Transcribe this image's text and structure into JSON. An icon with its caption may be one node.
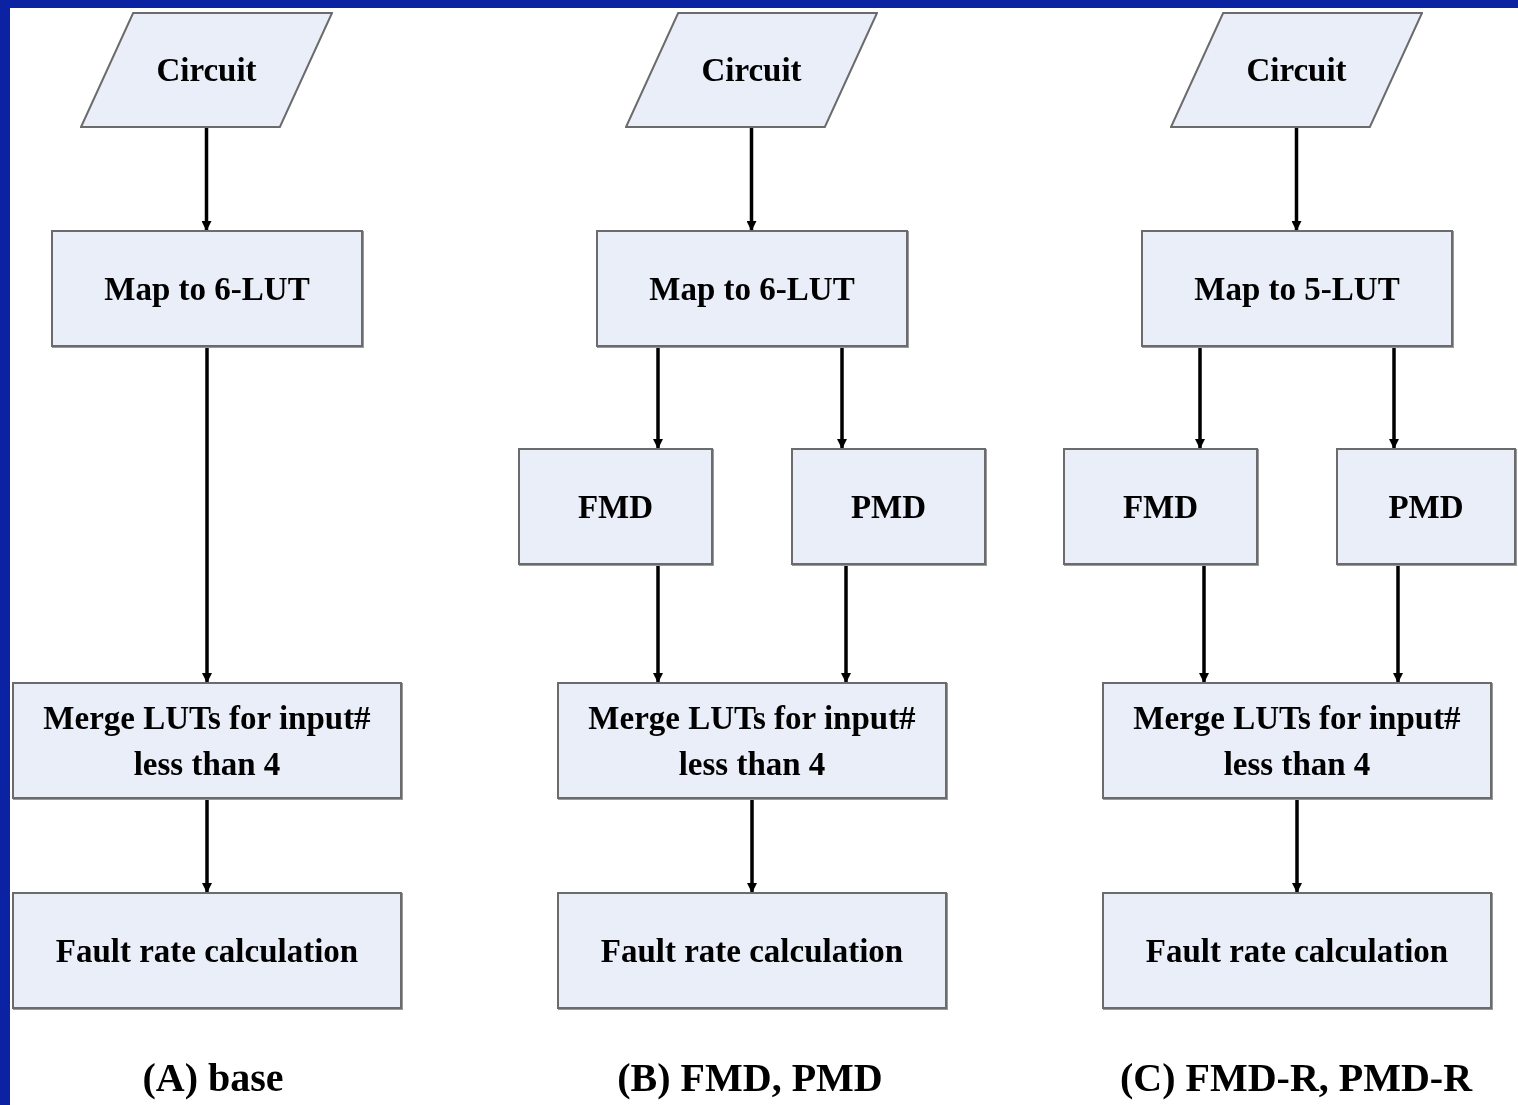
{
  "diagram": {
    "nodes": [
      {
        "text": [
          "Circuit"
        ]
      },
      {
        "text": [
          "Map to 6-LUT"
        ]
      },
      {
        "text": [
          "Merge LUTs for input# less than 4"
        ]
      },
      {
        "text": [
          "Fault rate calculation"
        ]
      },
      {
        "text": [
          "Circuit"
        ]
      },
      {
        "text": [
          "Map to 6-LUT"
        ]
      },
      {
        "text": [
          "FMD"
        ]
      },
      {
        "text": [
          "PMD"
        ]
      },
      {
        "text": [
          "Merge LUTs for input# less than 4"
        ]
      },
      {
        "text": [
          "Fault rate calculation"
        ]
      },
      {
        "text": [
          "Circuit"
        ]
      },
      {
        "text": [
          "Map to 5-LUT"
        ]
      },
      {
        "text": [
          "FMD"
        ]
      },
      {
        "text": [
          "PMD"
        ]
      },
      {
        "text": [
          "Merge LUTs for input# less than 4"
        ]
      },
      {
        "text": [
          "Fault rate calculation"
        ]
      }
    ],
    "edges": [
      {
        "from": 0,
        "to": 1,
        "arrow": "to"
      },
      {
        "from": 1,
        "to": 2,
        "arrow": "to"
      },
      {
        "from": 2,
        "to": 3,
        "arrow": "to"
      },
      {
        "from": 4,
        "to": 5,
        "arrow": "to"
      },
      {
        "from": 5,
        "to": 6,
        "arrow": "to"
      },
      {
        "from": 5,
        "to": 7,
        "arrow": "to"
      },
      {
        "from": 6,
        "to": 8,
        "arrow": "to"
      },
      {
        "from": 7,
        "to": 8,
        "arrow": "to"
      },
      {
        "from": 8,
        "to": 9,
        "arrow": "to"
      },
      {
        "from": 10,
        "to": 11,
        "arrow": "to"
      },
      {
        "from": 11,
        "to": 12,
        "arrow": "to"
      },
      {
        "from": 11,
        "to": 13,
        "arrow": "to"
      },
      {
        "from": 12,
        "to": 14,
        "arrow": "to"
      },
      {
        "from": 13,
        "to": 14,
        "arrow": "to"
      },
      {
        "from": 14,
        "to": 15,
        "arrow": "to"
      }
    ],
    "labels": [
      "(A) base",
      "(B) FMD, PMD",
      "(C) FMD-R, PMD-R"
    ]
  }
}
